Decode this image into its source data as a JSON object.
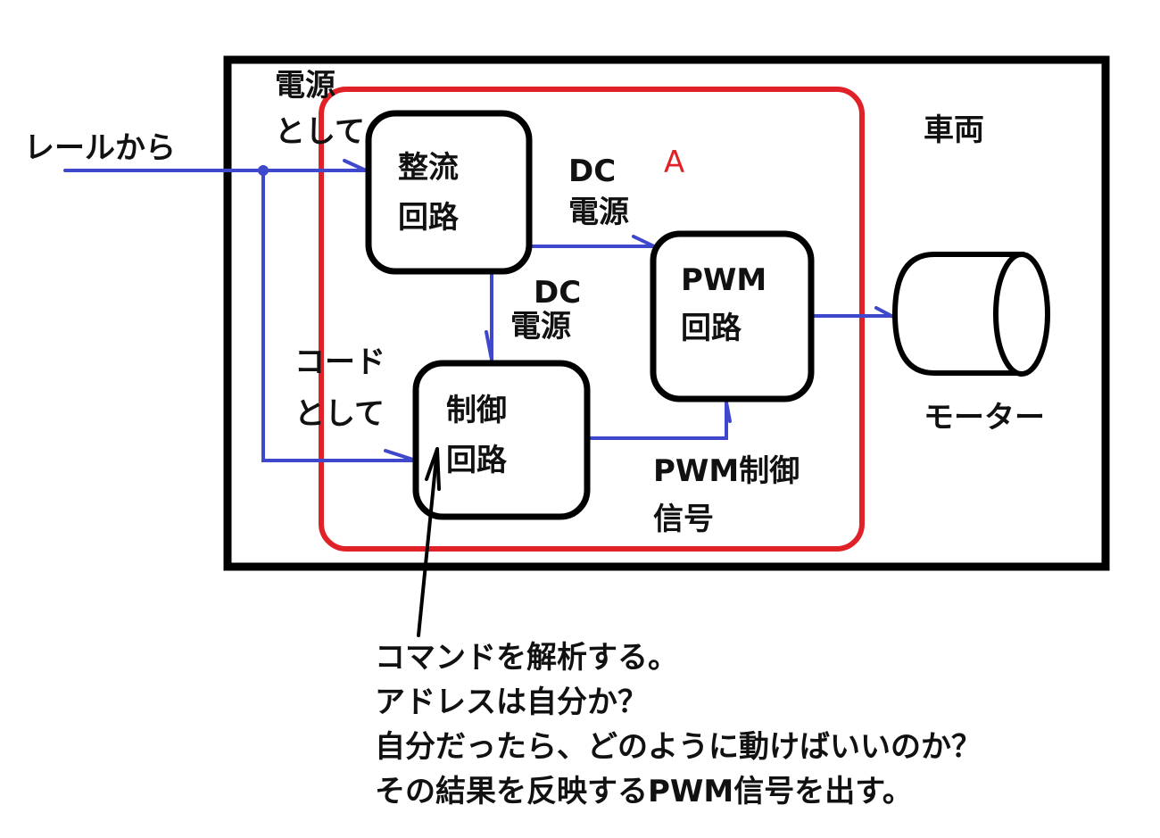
{
  "diagram": {
    "colors": {
      "frame": "#000000",
      "boundary_A": "#e02128",
      "signal_lines": "#3f48cc",
      "annotation_line": "#000000"
    },
    "labels": {
      "input_from_rail": "レールから",
      "as_power_line1": "電源",
      "as_power_line2": "として",
      "as_code_line1": "コード",
      "as_code_line2": "として",
      "dc_power_1_line1": "DC",
      "dc_power_1_line2": "電源",
      "dc_power_2_line1": "DC",
      "dc_power_2_line2": "電源",
      "pwm_control_signal_line1": "PWM制御",
      "pwm_control_signal_line2": "信号",
      "region_A": "A",
      "vehicle": "車両",
      "motor": "モーター"
    },
    "nodes": {
      "rectifier": {
        "line1": "整流",
        "line2": "回路"
      },
      "control": {
        "line1": "制御",
        "line2": "回路"
      },
      "pwm": {
        "line1": "PWM",
        "line2": "回路"
      }
    },
    "edges": [
      {
        "from": "rail",
        "to": "rectifier",
        "label": "電源として"
      },
      {
        "from": "rail",
        "to": "control",
        "label": "コードとして"
      },
      {
        "from": "rectifier",
        "to": "pwm",
        "label": "DC電源"
      },
      {
        "from": "rectifier",
        "to": "control",
        "label": "DC電源"
      },
      {
        "from": "control",
        "to": "pwm",
        "label": "PWM制御信号"
      },
      {
        "from": "pwm",
        "to": "motor",
        "label": ""
      }
    ],
    "note": [
      "コマンドを解析する。",
      "アドレスは自分か？",
      "自分だったら、どのように動けばいいのか？",
      "その結果を反映するPWM信号を出す。"
    ]
  }
}
